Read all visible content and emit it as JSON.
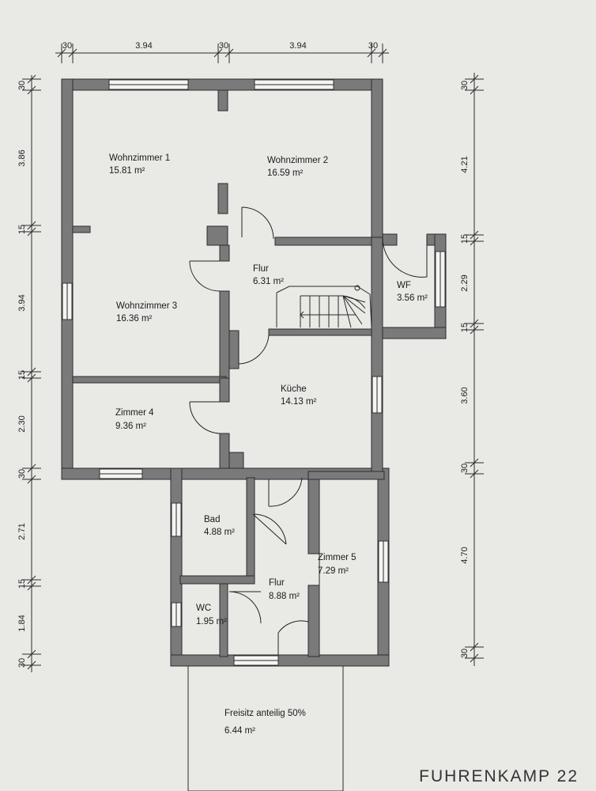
{
  "rooms": [
    {
      "name": "Wohnzimmer 1",
      "area": "15.81 m²"
    },
    {
      "name": "Wohnzimmer 2",
      "area": "16.59 m²"
    },
    {
      "name": "Flur",
      "area": "6.31 m²"
    },
    {
      "name": "WF",
      "area": "3.56 m²"
    },
    {
      "name": "Wohnzimmer 3",
      "area": "16.36 m²"
    },
    {
      "name": "Küche",
      "area": "14.13 m²"
    },
    {
      "name": "Zimmer 4",
      "area": "9.36 m²"
    },
    {
      "name": "Bad",
      "area": "4.88 m²"
    },
    {
      "name": "Zimmer 5",
      "area": "7.29 m²"
    },
    {
      "name": "Flur",
      "area": "8.88 m²"
    },
    {
      "name": "WC",
      "area": "1.95 m²"
    },
    {
      "name": "Freisitz anteilig 50%",
      "area": "6.44 m²"
    }
  ],
  "dims_top": [
    "30",
    "3.94",
    "30",
    "3.94",
    "30"
  ],
  "dims_left": [
    "30",
    "3.86",
    "15",
    "3.94",
    "15",
    "2.30",
    "30",
    "2.71",
    "15",
    "1.84",
    "30"
  ],
  "dims_right": [
    "30",
    "4.21",
    "15",
    "2.29",
    "15",
    "3.60",
    "30",
    "4.70",
    "30"
  ],
  "title": "FUHRENKAMP 22",
  "colors": {
    "wall": "#7a7a7a",
    "paper": "#e9e9e6",
    "line": "#2a2a2a"
  }
}
